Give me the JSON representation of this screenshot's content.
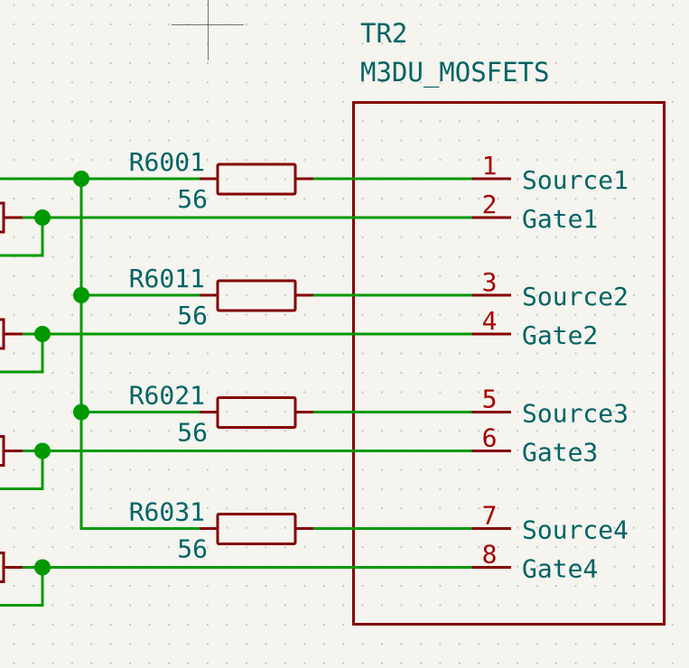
{
  "app": "schematic-editor",
  "colors": {
    "background": "#f5f4ef",
    "wire": "#009900",
    "symbol_body": "#840000",
    "pin_number": "#a40000",
    "text": "#006464",
    "grid": "#b8b8b4"
  },
  "component": {
    "reference": "TR2",
    "value": "M3DU_MOSFETS",
    "pins": [
      {
        "number": "1",
        "name": "Source1"
      },
      {
        "number": "2",
        "name": "Gate1"
      },
      {
        "number": "3",
        "name": "Source2"
      },
      {
        "number": "4",
        "name": "Gate2"
      },
      {
        "number": "5",
        "name": "Source3"
      },
      {
        "number": "6",
        "name": "Gate3"
      },
      {
        "number": "7",
        "name": "Source4"
      },
      {
        "number": "8",
        "name": "Gate4"
      }
    ]
  },
  "resistors": [
    {
      "reference": "R6001",
      "value": "56"
    },
    {
      "reference": "R6011",
      "value": "56"
    },
    {
      "reference": "R6021",
      "value": "56"
    },
    {
      "reference": "R6031",
      "value": "56"
    }
  ]
}
